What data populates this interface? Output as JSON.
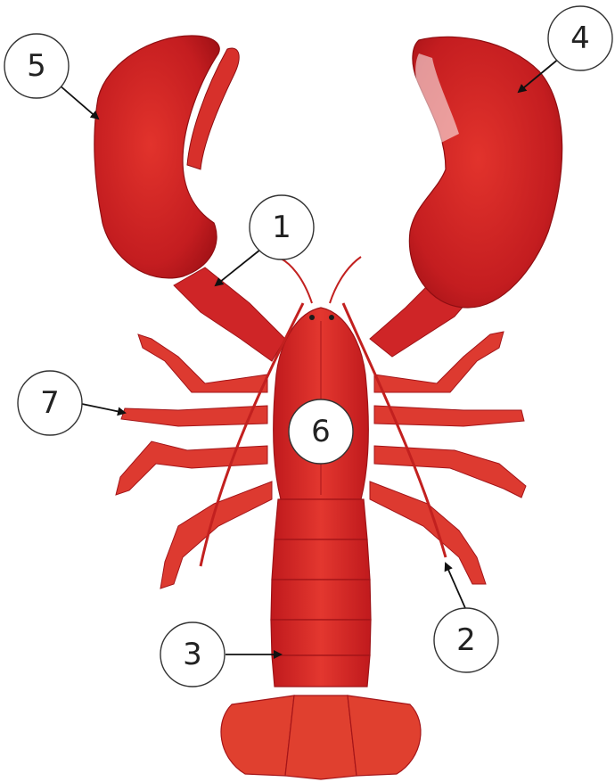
{
  "diagram": {
    "colors": {
      "shell_dark": "#b8141a",
      "shell_main": "#d8272a",
      "shell_light": "#ec4a3e",
      "label_stroke": "#333333",
      "arrow": "#111111",
      "background": "#ffffff"
    },
    "labels": [
      {
        "number": "1"
      },
      {
        "number": "2"
      },
      {
        "number": "3"
      },
      {
        "number": "4"
      },
      {
        "number": "5"
      },
      {
        "number": "6"
      },
      {
        "number": "7"
      }
    ]
  }
}
